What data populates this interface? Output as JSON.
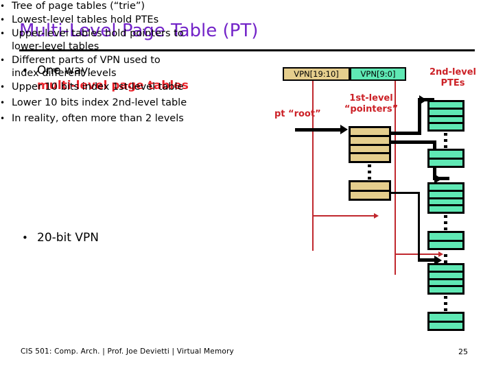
{
  "slide": {
    "title": "Multi-Level Page Table (PT)",
    "page_number": "25",
    "footer": "CIS 501: Comp. Arch.  |  Prof. Joe Devietti  |  Virtual Memory",
    "accent_colors": {
      "title_purple": "#7324C8",
      "red": "#E8232A",
      "diagram_red": "#CC2127",
      "tan": "#E5CE8D",
      "green": "#5FE8B4",
      "black": "#000000"
    }
  },
  "bullets": {
    "one_way": {
      "marker": "•",
      "label": "One way:",
      "emphasis": "multi-level page tables",
      "sub_marker": "•",
      "items": [
        "Tree of page tables (“trie”)",
        "Lowest-level tables hold PTEs",
        "Upper-level tables hold pointers to lower-level tables",
        "Different parts of VPN used to index different levels"
      ]
    },
    "vpn": {
      "marker": "•",
      "label": "20-bit VPN",
      "sub_marker": "•",
      "items": [
        "Upper 10 bits index 1st-level table",
        "Lower 10 bits index 2nd-level table",
        "In reality, often more than 2 levels"
      ]
    }
  },
  "diagram": {
    "vpn_high_label": "VPN[19:10]",
    "vpn_low_label": "VPN[9:0]",
    "label_second_level": "2nd-level\nPTEs",
    "label_second_level_line1": "2nd-level",
    "label_second_level_line2": "PTEs",
    "label_first_level_line1": "1st-level",
    "label_first_level_line2": "“pointers”",
    "label_pt_root": "pt “root”",
    "first_level_tables": [
      {
        "name": "root-table",
        "rows": 4
      },
      {
        "name": "root-table-cont",
        "rows": 2
      }
    ],
    "second_level_tables": [
      {
        "name": "pte-table-1",
        "rows": 4
      },
      {
        "name": "pte-table-1-cont",
        "rows": 2
      },
      {
        "name": "pte-table-2",
        "rows": 4
      },
      {
        "name": "pte-table-2-cont",
        "rows": 2
      },
      {
        "name": "pte-table-3",
        "rows": 4
      },
      {
        "name": "pte-table-3-cont",
        "rows": 2
      }
    ]
  }
}
